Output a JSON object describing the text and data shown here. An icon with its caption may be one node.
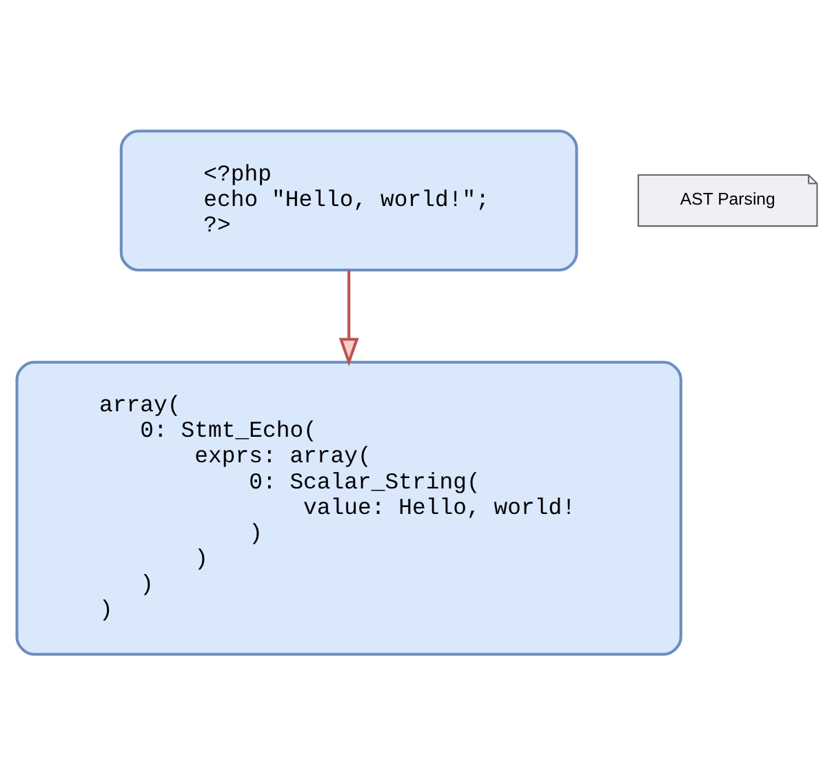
{
  "diagram": {
    "nodes": [
      {
        "text": [
          "<?php",
          "echo \"Hello, world!\";",
          "?>"
        ]
      },
      {
        "text": [
          "array(",
          "    0: Stmt_Echo(",
          "        exprs: array(",
          "            0: Scalar_String(",
          "                value: Hello, world!",
          "            )",
          "        )",
          "    )",
          ")"
        ]
      },
      {
        "text": [
          "AST Parsing"
        ]
      }
    ],
    "edges": [
      {
        "from": 0,
        "to": 1,
        "arrow": "to"
      }
    ]
  }
}
